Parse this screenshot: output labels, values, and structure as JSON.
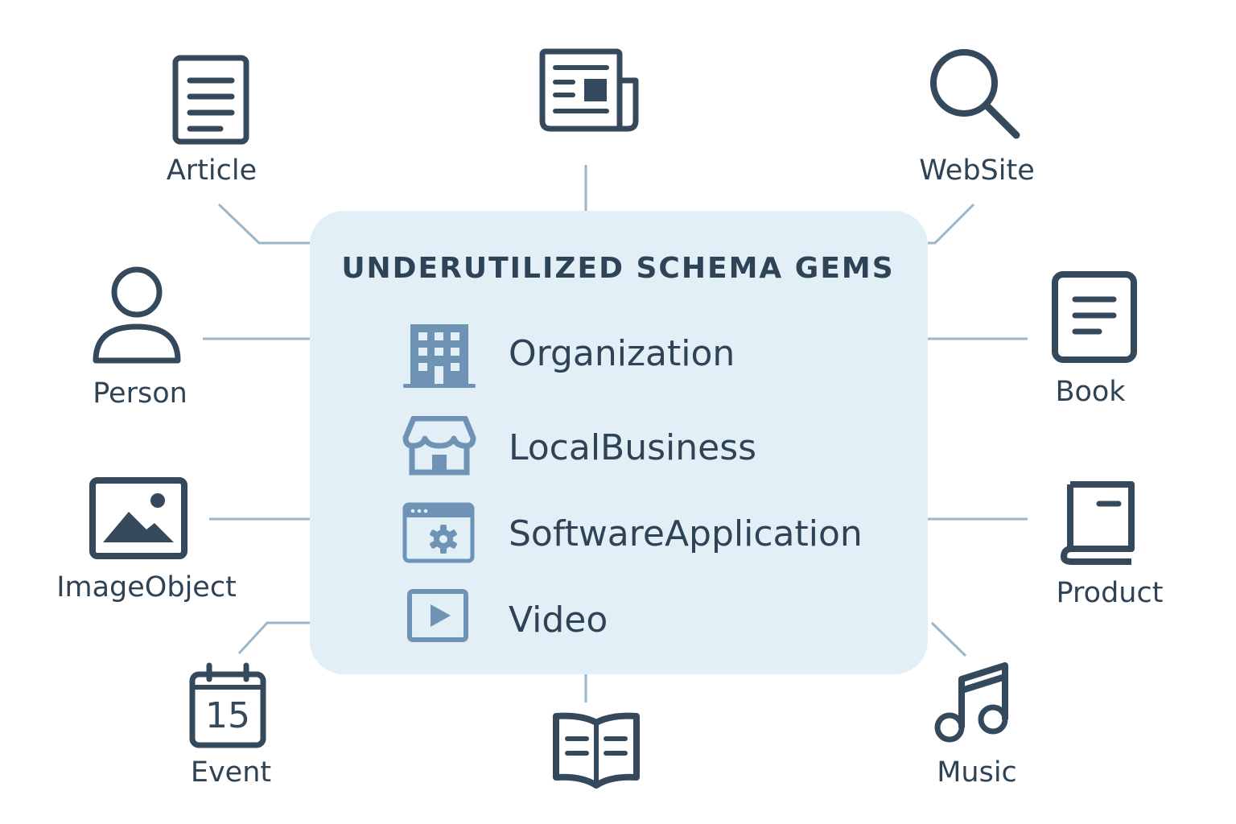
{
  "title": "UNDERUTILIZED SCHEMA GEMS",
  "colors": {
    "card_bg": "#e2eff7",
    "icon_dark": "#34495b",
    "icon_accent": "#6f93b4",
    "connector": "#9ab6cb",
    "text": "#2f4356"
  },
  "gems": [
    {
      "label": "Organization",
      "icon": "building-icon"
    },
    {
      "label": "LocalBusiness",
      "icon": "storefront-icon"
    },
    {
      "label": "SoftwareApplication",
      "icon": "app-window-gear-icon"
    },
    {
      "label": "Video",
      "icon": "play-video-icon"
    }
  ],
  "nodes": {
    "article": {
      "label": "Article",
      "icon": "document-icon"
    },
    "news": {
      "label": "",
      "icon": "newspaper-icon"
    },
    "website": {
      "label": "WebSite",
      "icon": "search-icon"
    },
    "person": {
      "label": "Person",
      "icon": "person-icon"
    },
    "book": {
      "label": "Book",
      "icon": "document-lines-icon"
    },
    "imageobject": {
      "label": "ImageObject",
      "icon": "image-icon"
    },
    "product": {
      "label": "Product",
      "icon": "book-icon"
    },
    "event": {
      "label": "Event",
      "icon": "calendar-icon",
      "date": "15"
    },
    "open_book": {
      "label": "",
      "icon": "open-book-icon"
    },
    "music": {
      "label": "Music",
      "icon": "music-note-icon"
    }
  }
}
